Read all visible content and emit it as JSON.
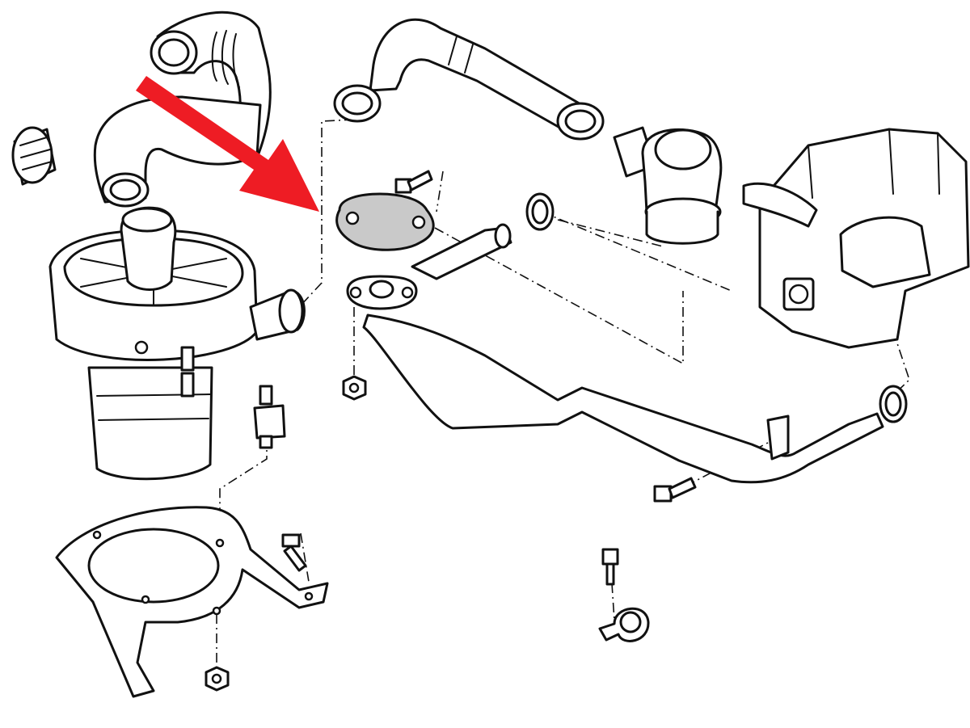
{
  "diagram": {
    "kind": "exploded-parts-view",
    "colors": {
      "line": "#111111",
      "background": "#ffffff",
      "arrow": "#ee1c24",
      "highlight_plate": "#c9c9c9"
    },
    "highlighted_part": "blanking-plate",
    "parts": [
      "hose-upper-left",
      "hose-elbow",
      "hose-coupling-ring",
      "air-pump",
      "rubber-mount",
      "pump-bracket",
      "bracket-bolt",
      "bracket-nut",
      "hose-right",
      "check-valve",
      "blanking-plate",
      "plate-bolt",
      "plate-gasket",
      "plate-nut",
      "air-pipe",
      "o-ring",
      "pipe-bolt",
      "pipe-clip",
      "clip-bolt",
      "engine-head"
    ]
  }
}
